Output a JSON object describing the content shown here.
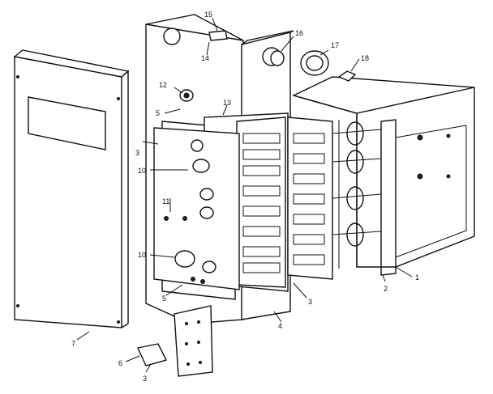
{
  "diagram": {
    "callouts": {
      "c1": "1",
      "c2": "2",
      "c3a": "3",
      "c3b": "3",
      "c3c": "3",
      "c4": "4",
      "c5a": "5",
      "c5b": "5",
      "c6": "6",
      "c7": "7",
      "c10a": "10",
      "c10b": "10",
      "c11": "11",
      "c12": "12",
      "c13": "13",
      "c14": "14",
      "c15": "15",
      "c16": "16",
      "c17": "17",
      "c18": "18"
    }
  }
}
